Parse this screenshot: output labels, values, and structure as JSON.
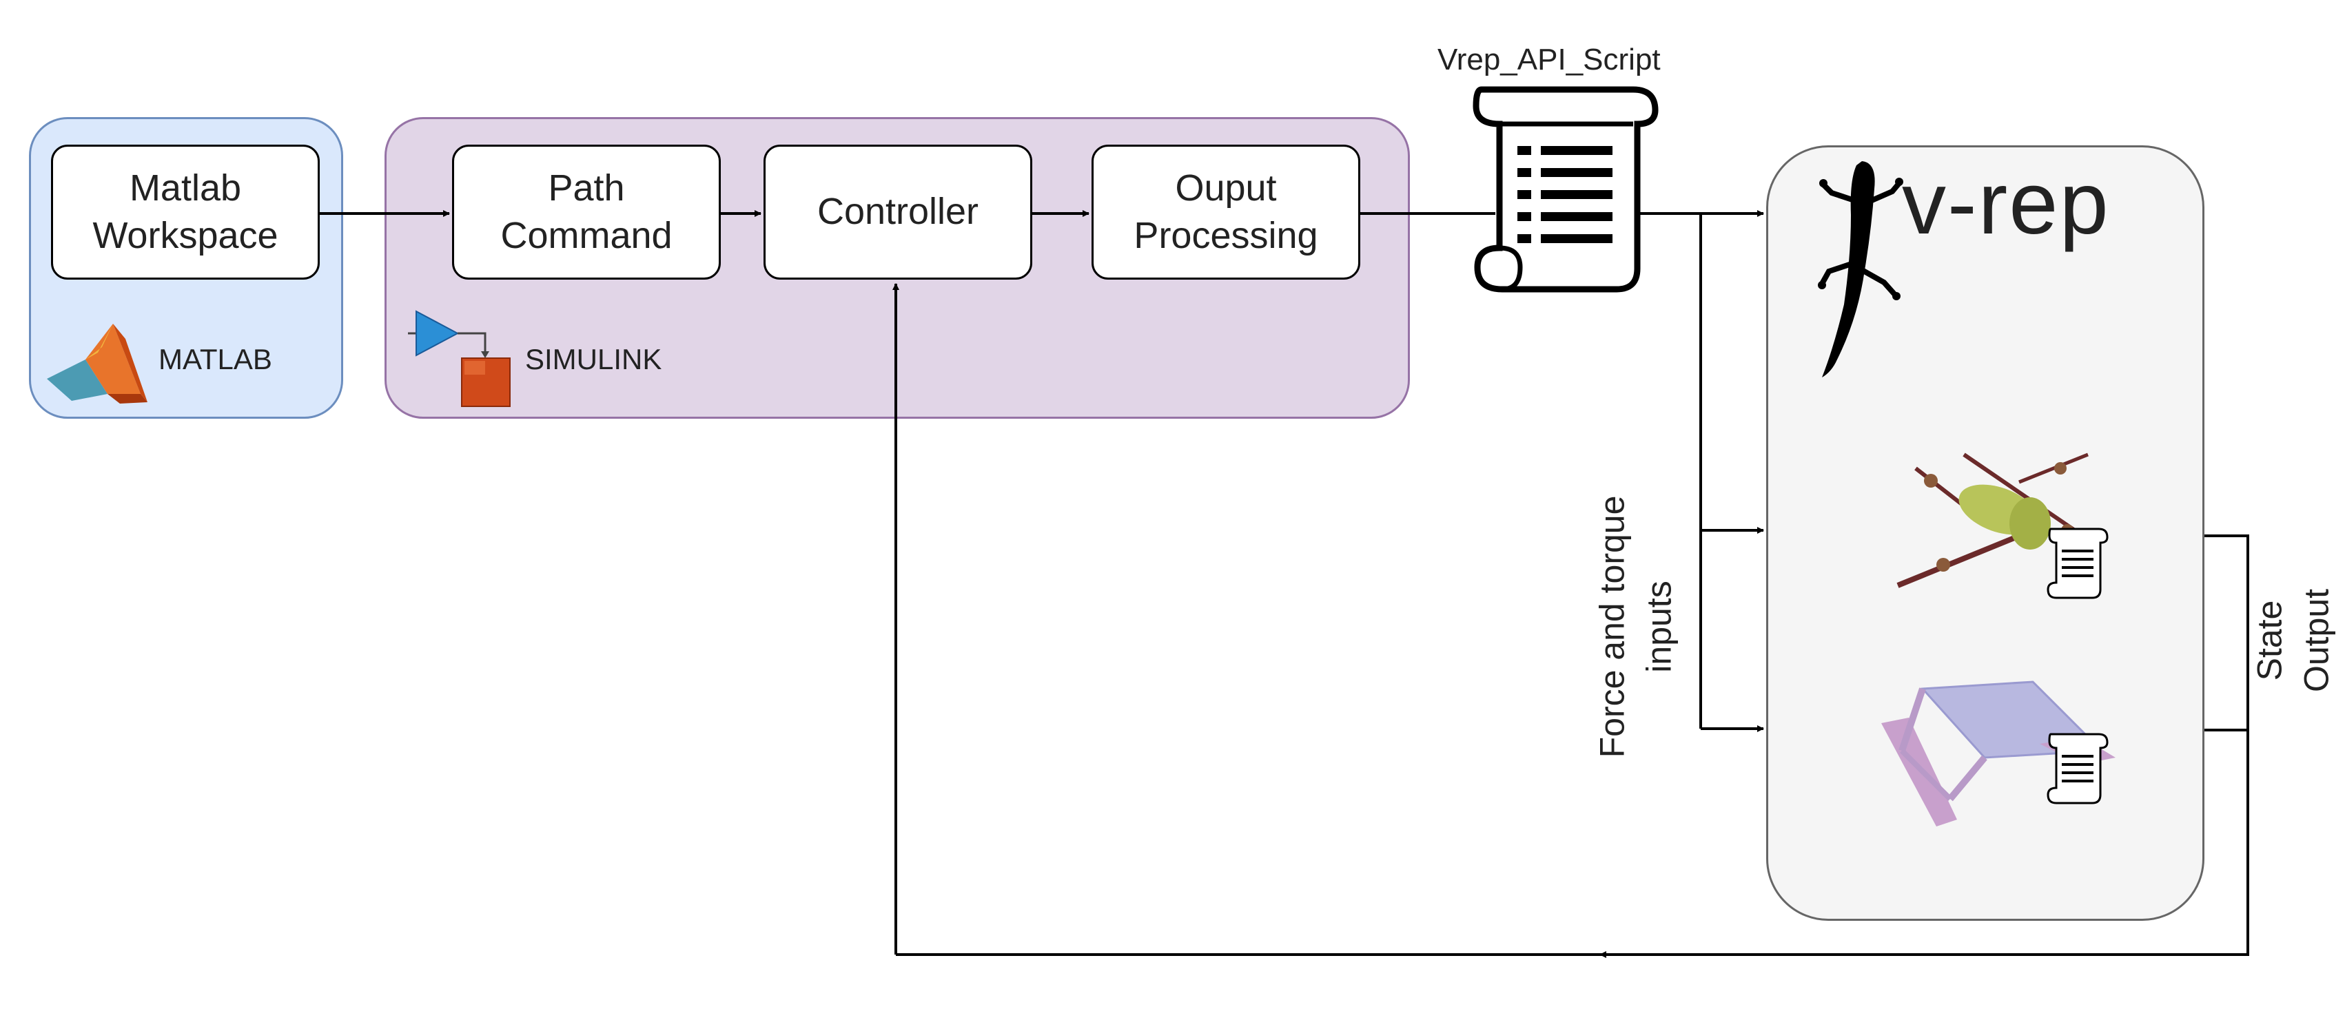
{
  "blocks": {
    "matlab_workspace": "Matlab\nWorkspace",
    "path_command": "Path\nCommand",
    "controller": "Controller",
    "output_processing": "Ouput\nProcessing"
  },
  "groups": {
    "matlab_label": "MATLAB",
    "simulink_label": "SIMULINK",
    "vrep_logo_text": "v-rep"
  },
  "labels": {
    "script": "Vrep_API_Script",
    "force_torque": "Force and torque\ninputs",
    "state_output": "State Output"
  },
  "icons": [
    "matlab-logo-icon",
    "simulink-logo-icon",
    "script-scroll-icon",
    "gecko-icon",
    "quadrotor-icon",
    "platform-icon"
  ],
  "colors": {
    "matlab_group_fill": "#dae8fc",
    "matlab_group_border": "#6c8ebf",
    "simulink_group_fill": "#e1d5e7",
    "simulink_group_border": "#9673a6",
    "vrep_group_fill": "#f5f5f5"
  }
}
